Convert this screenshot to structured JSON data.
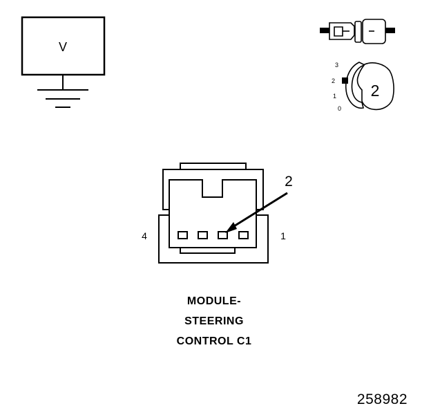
{
  "meter": {
    "symbol": "V"
  },
  "selector": {
    "positions": [
      "3",
      "2",
      "1",
      "0"
    ],
    "setting": "2"
  },
  "connector": {
    "pin_left": "4",
    "pin_right": "1",
    "callout": "2"
  },
  "caption": {
    "line1": "MODULE-",
    "line2": "STEERING",
    "line3": "CONTROL C1"
  },
  "figure_number": "258982"
}
